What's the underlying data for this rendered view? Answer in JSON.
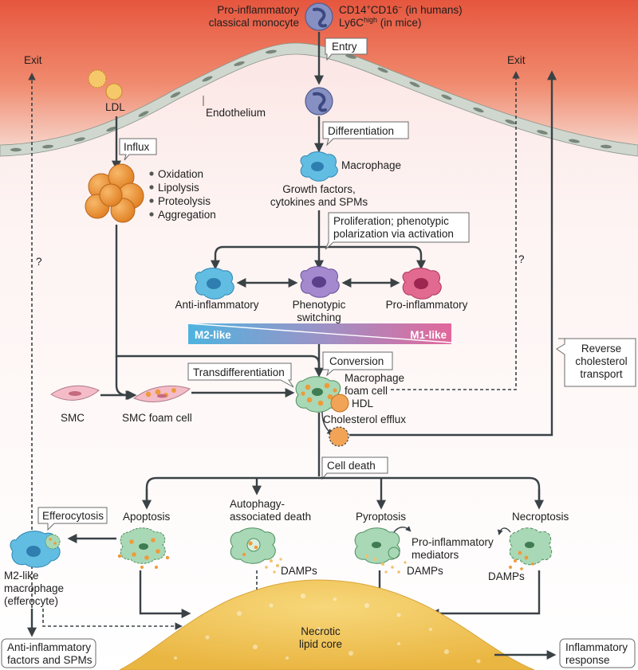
{
  "labels": {
    "monocyte_title_1": "Pro-inflammatory",
    "monocyte_title_2": "classical monocyte",
    "monocyte_markers_1a": "CD14",
    "monocyte_markers_1b": "+",
    "monocyte_markers_1c": "CD16",
    "monocyte_markers_1d": "−",
    "monocyte_markers_1e": " (in humans)",
    "monocyte_markers_2a": "Ly6C",
    "monocyte_markers_2b": "high",
    "monocyte_markers_2c": " (in mice)",
    "entry": "Entry",
    "exit_left": "Exit",
    "exit_right": "Exit",
    "ldl": "LDL",
    "endothelium": "Endothelium",
    "differentiation": "Differentiation",
    "macrophage": "Macrophage",
    "influx": "Influx",
    "modifications": [
      "Oxidation",
      "Lipolysis",
      "Proteolysis",
      "Aggregation"
    ],
    "growth_factors_1": "Growth factors,",
    "growth_factors_2": "cytokines and SPMs",
    "proliferation_1": "Proliferation; phenotypic",
    "proliferation_2": "polarization via activation",
    "anti_inflammatory": "Anti-inflammatory",
    "phenotypic_switching_1": "Phenotypic",
    "phenotypic_switching_2": "switching",
    "pro_inflammatory": "Pro-inflammatory",
    "m2_like": "M2-like",
    "m1_like": "M1-like",
    "question_left": "?",
    "question_right": "?",
    "reverse_transport_1": "Reverse",
    "reverse_transport_2": "cholesterol",
    "reverse_transport_3": "transport",
    "conversion": "Conversion",
    "transdifferentiation": "Transdifferentiation",
    "foam_cell_1": "Macrophage",
    "foam_cell_2": "foam cell",
    "hdl": "HDL",
    "smc": "SMC",
    "smc_foam_cell": "SMC foam cell",
    "cholesterol_efflux": "Cholesterol efflux",
    "cell_death": "Cell death",
    "apoptosis": "Apoptosis",
    "autophagy_1": "Autophagy-",
    "autophagy_2": "associated death",
    "pyroptosis": "Pyroptosis",
    "necroptosis": "Necroptosis",
    "efferocytosis": "Efferocytosis",
    "pro_inflammatory_mediators_1": "Pro-inflammatory",
    "pro_inflammatory_mediators_2": "mediators",
    "damps_autophagy": "DAMPs",
    "damps_pyroptosis": "DAMPs",
    "damps_necroptosis": "DAMPs",
    "m2_macrophage_1": "M2-like",
    "m2_macrophage_2": "macrophage",
    "m2_macrophage_3": "(efferocyte)",
    "necrotic_core_1": "Necrotic",
    "necrotic_core_2": "lipid core",
    "anti_inflammatory_factors_1": "Anti-inflammatory",
    "anti_inflammatory_factors_2": "factors and SPMs",
    "inflammatory_response_1": "Inflammatory",
    "inflammatory_response_2": "response"
  },
  "colors": {
    "endothelium_top": "#e8573f",
    "endothelium_bottom": "#f6d8d0",
    "intima": "#fcefee",
    "ldl": "#ef9a3a",
    "monocyte": "#7a86b8",
    "macrophage_blue": "#5ab6de",
    "macrophage_purple": "#9a7bc4",
    "macrophage_pink": "#dd6088",
    "foam_green": "#9ed0ad",
    "necrotic_core": "#f2c14e",
    "smc_pink": "#f2b9c4",
    "band_blue": "#4eb1dd",
    "band_pink": "#e0699c"
  }
}
